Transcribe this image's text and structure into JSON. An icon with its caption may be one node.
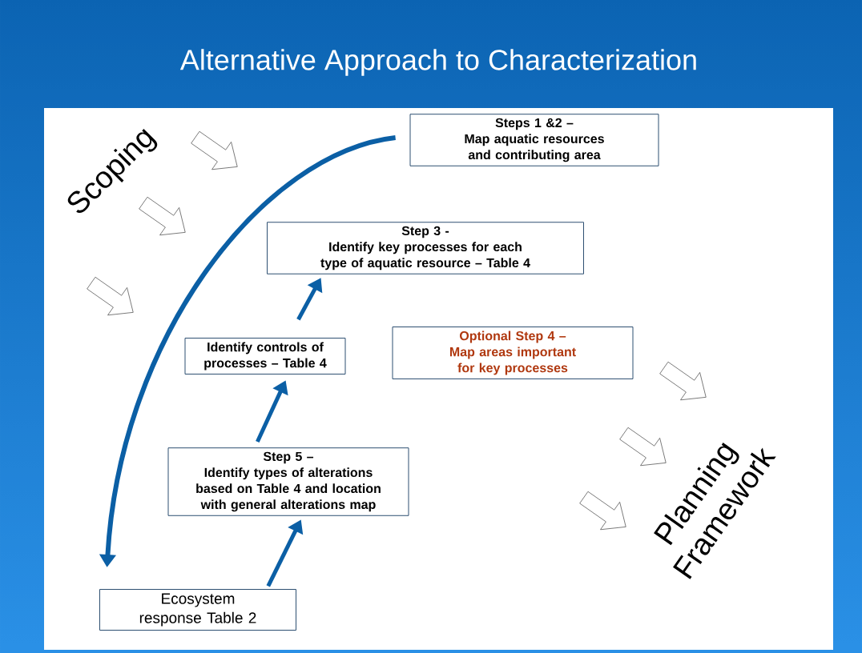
{
  "diagram": {
    "title": "Alternative Approach to Characterization",
    "nodes": [
      {
        "text": [
          "Steps 1 &2 –",
          "Map aquatic resources and contributing area"
        ]
      },
      {
        "text": [
          "Step 3 -",
          "Identify key processes for each type of aquatic resource – Table 4"
        ]
      },
      {
        "text": [
          "Optional Step 4 –",
          "Map areas important for key processes"
        ]
      },
      {
        "text": [
          "Identify controls of processes – Table 4"
        ]
      },
      {
        "text": [
          "Step 5 –",
          "Identify types of alterations based on Table 4 and location with general alterations map"
        ]
      },
      {
        "text": [
          "Ecosystem response Table 2"
        ]
      }
    ],
    "edges": [
      {
        "from": 0,
        "to": 5,
        "arrow": "to"
      },
      {
        "from": 5,
        "to": 4,
        "arrow": "to"
      },
      {
        "from": 4,
        "to": 3,
        "arrow": "to"
      },
      {
        "from": 3,
        "to": 1,
        "arrow": "to"
      }
    ],
    "labels": [
      "Scoping",
      "Planning Framework"
    ]
  }
}
